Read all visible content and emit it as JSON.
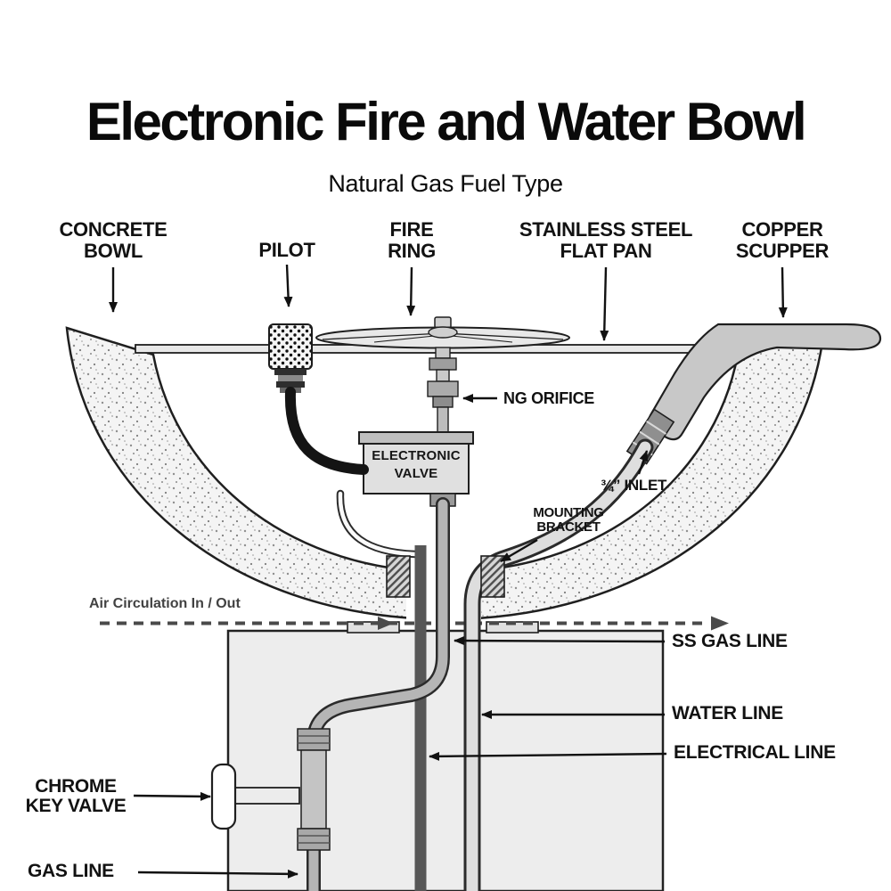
{
  "title": "Electronic Fire and Water Bowl",
  "subtitle": "Natural Gas Fuel Type",
  "callouts": {
    "concrete_bowl": {
      "line1": "CONCRETE",
      "line2": "BOWL"
    },
    "pilot": {
      "line1": "PILOT"
    },
    "fire_ring": {
      "line1": "FIRE",
      "line2": "RING"
    },
    "stainless_flat_pan": {
      "line1": "STAINLESS STEEL",
      "line2": "FLAT PAN"
    },
    "copper_scupper": {
      "line1": "COPPER",
      "line2": "SCUPPER"
    },
    "ng_orifice": {
      "line1": "NG ORIFICE"
    },
    "inlet": {
      "line1": "¾” INLET"
    },
    "mounting_bracket": {
      "line1": "MOUNTING",
      "line2": "BRACKET"
    },
    "air_circulation": {
      "line1": "Air Circulation In / Out"
    },
    "ss_gas_line": {
      "line1": "SS GAS LINE"
    },
    "water_line": {
      "line1": "WATER LINE"
    },
    "electrical_line": {
      "line1": "ELECTRICAL  LINE"
    },
    "chrome_key_valve": {
      "line1": "CHROME",
      "line2": "KEY VALVE"
    },
    "gas_line": {
      "line1": "GAS LINE"
    }
  },
  "component_labels": {
    "electronic_valve": {
      "line1": "ELECTRONIC",
      "line2": "VALVE"
    }
  },
  "colors": {
    "background": "#ffffff",
    "ink": "#111111",
    "concrete_stipple": "#8f8f8f",
    "metal_light": "#e0e0e0",
    "metal_mid": "#c8c8c8",
    "metal_dark": "#8f8f8f",
    "electrical_pipe": "#575757",
    "air_line": "#4a4a4a"
  }
}
